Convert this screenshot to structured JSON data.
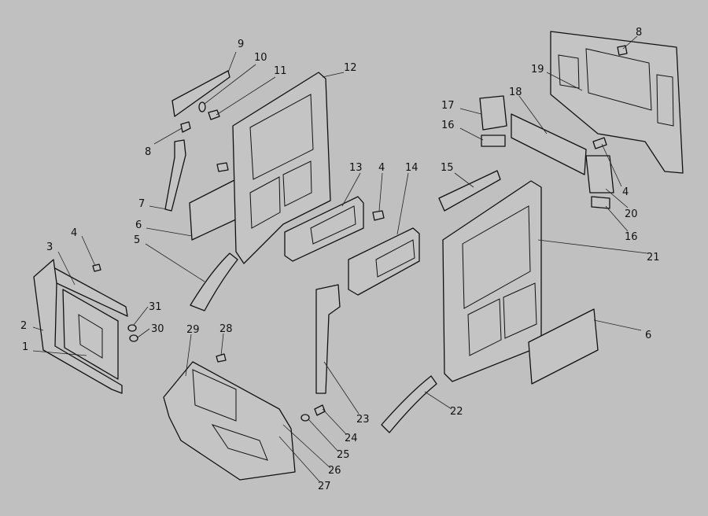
{
  "diagram": {
    "type": "exploded parts diagram",
    "callouts": [
      "9",
      "10",
      "11",
      "12",
      "8",
      "7",
      "6",
      "5",
      "4",
      "3",
      "2",
      "1",
      "31",
      "30",
      "29",
      "28",
      "13",
      "4",
      "14",
      "23",
      "24",
      "25",
      "26",
      "27",
      "22",
      "15",
      "17",
      "16",
      "18",
      "19",
      "8",
      "4",
      "20",
      "16",
      "21",
      "6"
    ]
  },
  "colors": {
    "background": "#c0c0c0",
    "line": "#111111"
  }
}
